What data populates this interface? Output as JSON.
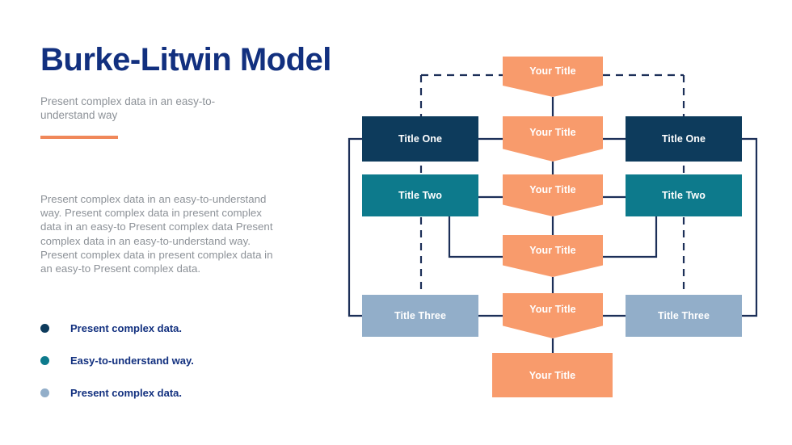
{
  "slide": {
    "title": "Burke-Litwin Model",
    "subtitle": "Present complex data in an easy-to-understand way",
    "paragraph": "Present complex data in an easy-to-understand way. Present complex data in present complex data in an easy-to Present complex data Present complex data in an easy-to-understand way. Present complex data in present complex data in an easy-to Present complex data.",
    "bullets": [
      {
        "label": "Present complex data.",
        "color": "#0d3b5c"
      },
      {
        "label": "Easy-to-understand way.",
        "color": "#0d7a8c"
      },
      {
        "label": "Present complex data.",
        "color": "#92aec9"
      }
    ]
  },
  "colors": {
    "navy_text": "#12307f",
    "muted_text": "#8d9298",
    "accent_orange": "#f0885a",
    "node_orange": "#f89b6c",
    "node_navy": "#0d3b5c",
    "node_teal": "#0d7a8c",
    "node_steel": "#92aec9",
    "wire": "#1c2f58"
  },
  "diagram": {
    "center_nodes": [
      {
        "label": "Your Title",
        "shape": "chevron"
      },
      {
        "label": "Your Title",
        "shape": "chevron"
      },
      {
        "label": "Your Title",
        "shape": "chevron"
      },
      {
        "label": "Your Title",
        "shape": "chevron"
      },
      {
        "label": "Your Title",
        "shape": "chevron"
      },
      {
        "label": "Your Title",
        "shape": "rectangle"
      }
    ],
    "left_nodes": [
      {
        "label": "Title One",
        "color": "#0d3b5c"
      },
      {
        "label": "Title Two",
        "color": "#0d7a8c"
      },
      {
        "label": "Title Three",
        "color": "#92aec9"
      }
    ],
    "right_nodes": [
      {
        "label": "Title One",
        "color": "#0d3b5c"
      },
      {
        "label": "Title Two",
        "color": "#0d7a8c"
      },
      {
        "label": "Title Three",
        "color": "#92aec9"
      }
    ]
  }
}
